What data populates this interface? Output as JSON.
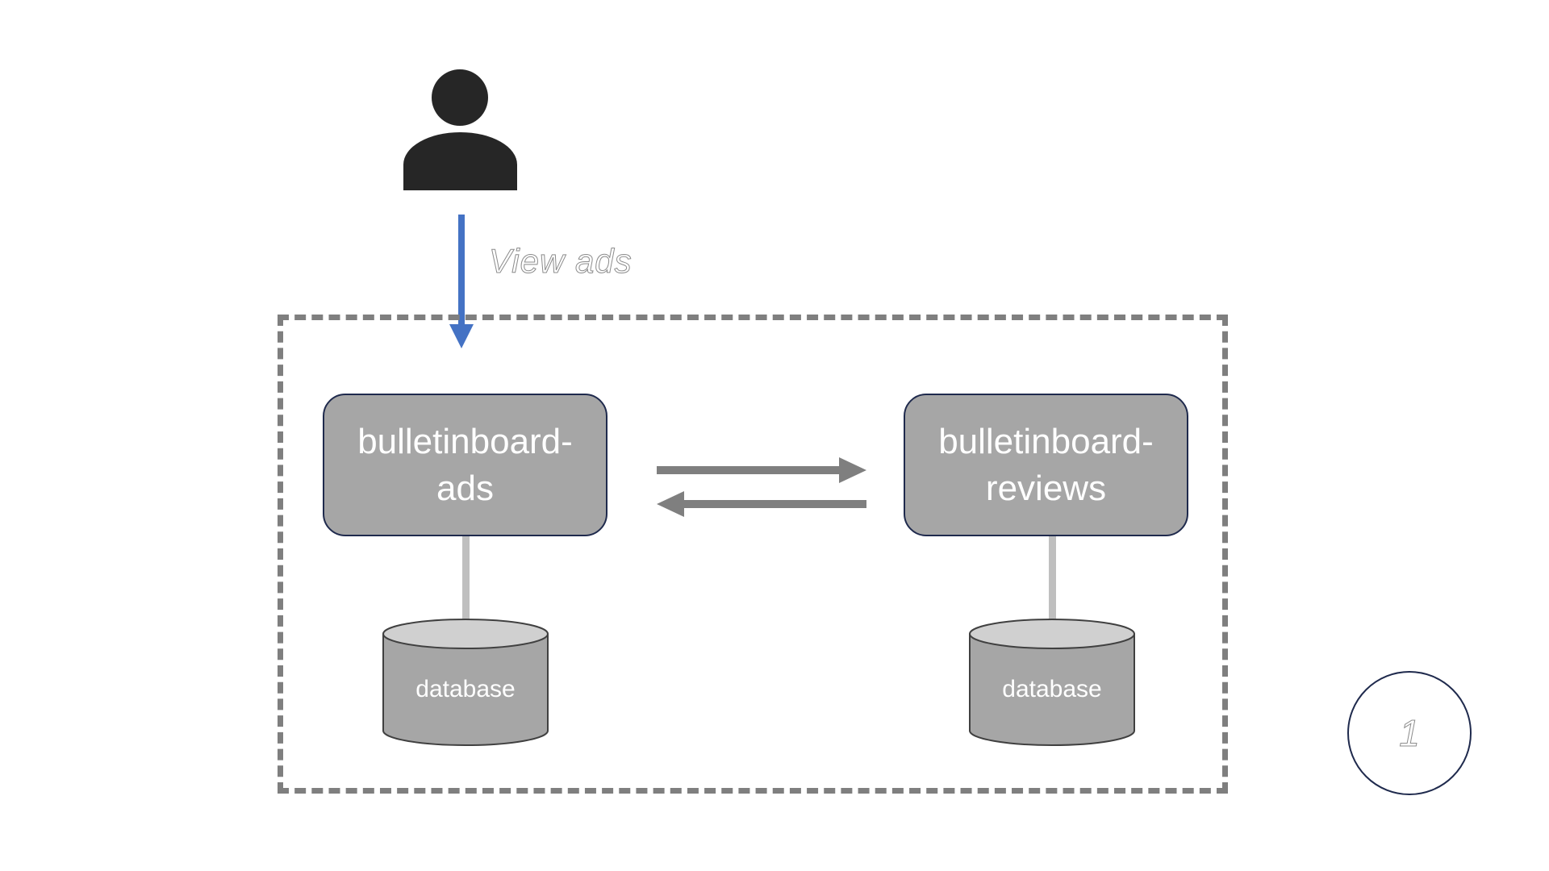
{
  "user": {
    "icon": "person-icon"
  },
  "request": {
    "label": "View ads",
    "color": "#4472c4"
  },
  "services": [
    {
      "name": "bulletinboard-ads"
    },
    {
      "name": "bulletinboard-reviews"
    }
  ],
  "databases": [
    {
      "label": "database"
    },
    {
      "label": "database"
    }
  ],
  "step": {
    "number": "1"
  },
  "colors": {
    "service_fill": "#a6a6a6",
    "service_border": "#1f2a4d",
    "boundary": "#7f7f7f",
    "arrow_gray": "#7f7f7f",
    "db_fill": "#a6a6a6",
    "db_top": "#d0d0d0"
  }
}
